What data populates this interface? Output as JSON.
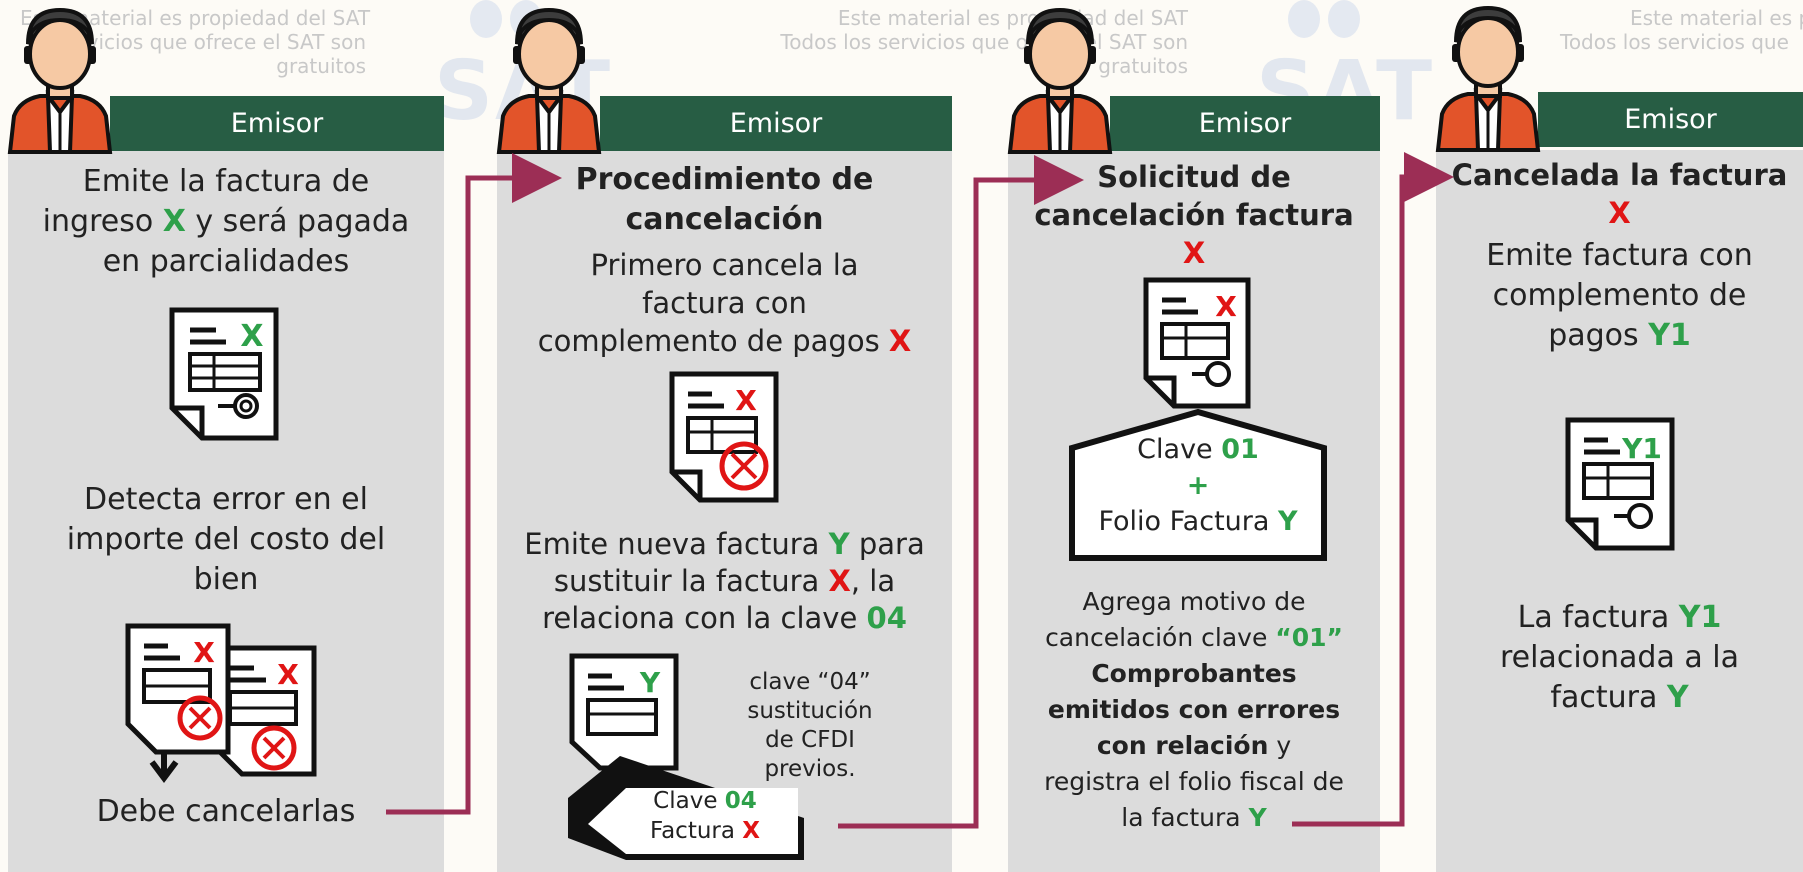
{
  "watermark": {
    "line1": "Este material es propiedad del SAT",
    "line2": "Todos los servicios que ofrece el SAT son",
    "line3": "gratuitos",
    "logo": "SAT",
    "line_left_partial_1": "os servicios que ofrece el SAT son",
    "line_right_partial_1": "Este material es p",
    "line_right_partial_2": "Todos los servicios que"
  },
  "steps": [
    {
      "header": "Emisor",
      "text1": [
        "Emite la factura de",
        "ingreso ",
        "X",
        " y será pagada",
        "en parcialidades"
      ],
      "doc_mark": "X",
      "text2": [
        "Detecta error en el",
        "importe del costo del",
        "bien"
      ],
      "text3": "Debe cancelarlas"
    },
    {
      "header": "Emisor",
      "title": [
        "Procedimiento de",
        "cancelación"
      ],
      "text1": [
        "Primero cancela la",
        "factura con",
        "complemento de pagos ",
        "X"
      ],
      "doc_mark": "X",
      "text2": [
        "Emite nueva factura ",
        "Y",
        " para",
        "sustituir la factura ",
        "X",
        ", la",
        "relaciona con la clave ",
        "04"
      ],
      "doc_mark2": "Y",
      "note": [
        "clave “04”",
        "sustitución",
        "de CFDI",
        "previos."
      ],
      "box": [
        "Clave ",
        "04",
        "Factura ",
        "X"
      ]
    },
    {
      "header": "Emisor",
      "title": [
        "Solicitud de",
        "cancelación factura",
        "X"
      ],
      "doc_mark": "X",
      "box": [
        "Clave ",
        "01",
        "+",
        "Folio Factura ",
        "Y"
      ],
      "text1": [
        "Agrega motivo de",
        "cancelación clave ",
        "“01”",
        "Comprobantes",
        "emitidos con errores",
        "con relación",
        "  y",
        "registra el folio fiscal de",
        "la factura ",
        "Y"
      ]
    },
    {
      "header": "Emisor",
      "title": [
        "Cancelada la factura",
        "X"
      ],
      "text1": [
        "Emite factura con",
        "complemento de",
        "pagos ",
        "Y1"
      ],
      "doc_mark": "Y1",
      "text2": [
        "La factura ",
        "Y1",
        "relacionada a la",
        "factura ",
        "Y"
      ]
    }
  ],
  "colors": {
    "header_bg": "#275d44",
    "panel_bg": "#dcdcdc",
    "green": "#2ea04a",
    "red": "#e01515",
    "connector": "#9c2e55"
  },
  "icons": [
    "person-icon",
    "invoice-document-icon",
    "cancel-stamp-icon",
    "down-arrow-icon"
  ]
}
